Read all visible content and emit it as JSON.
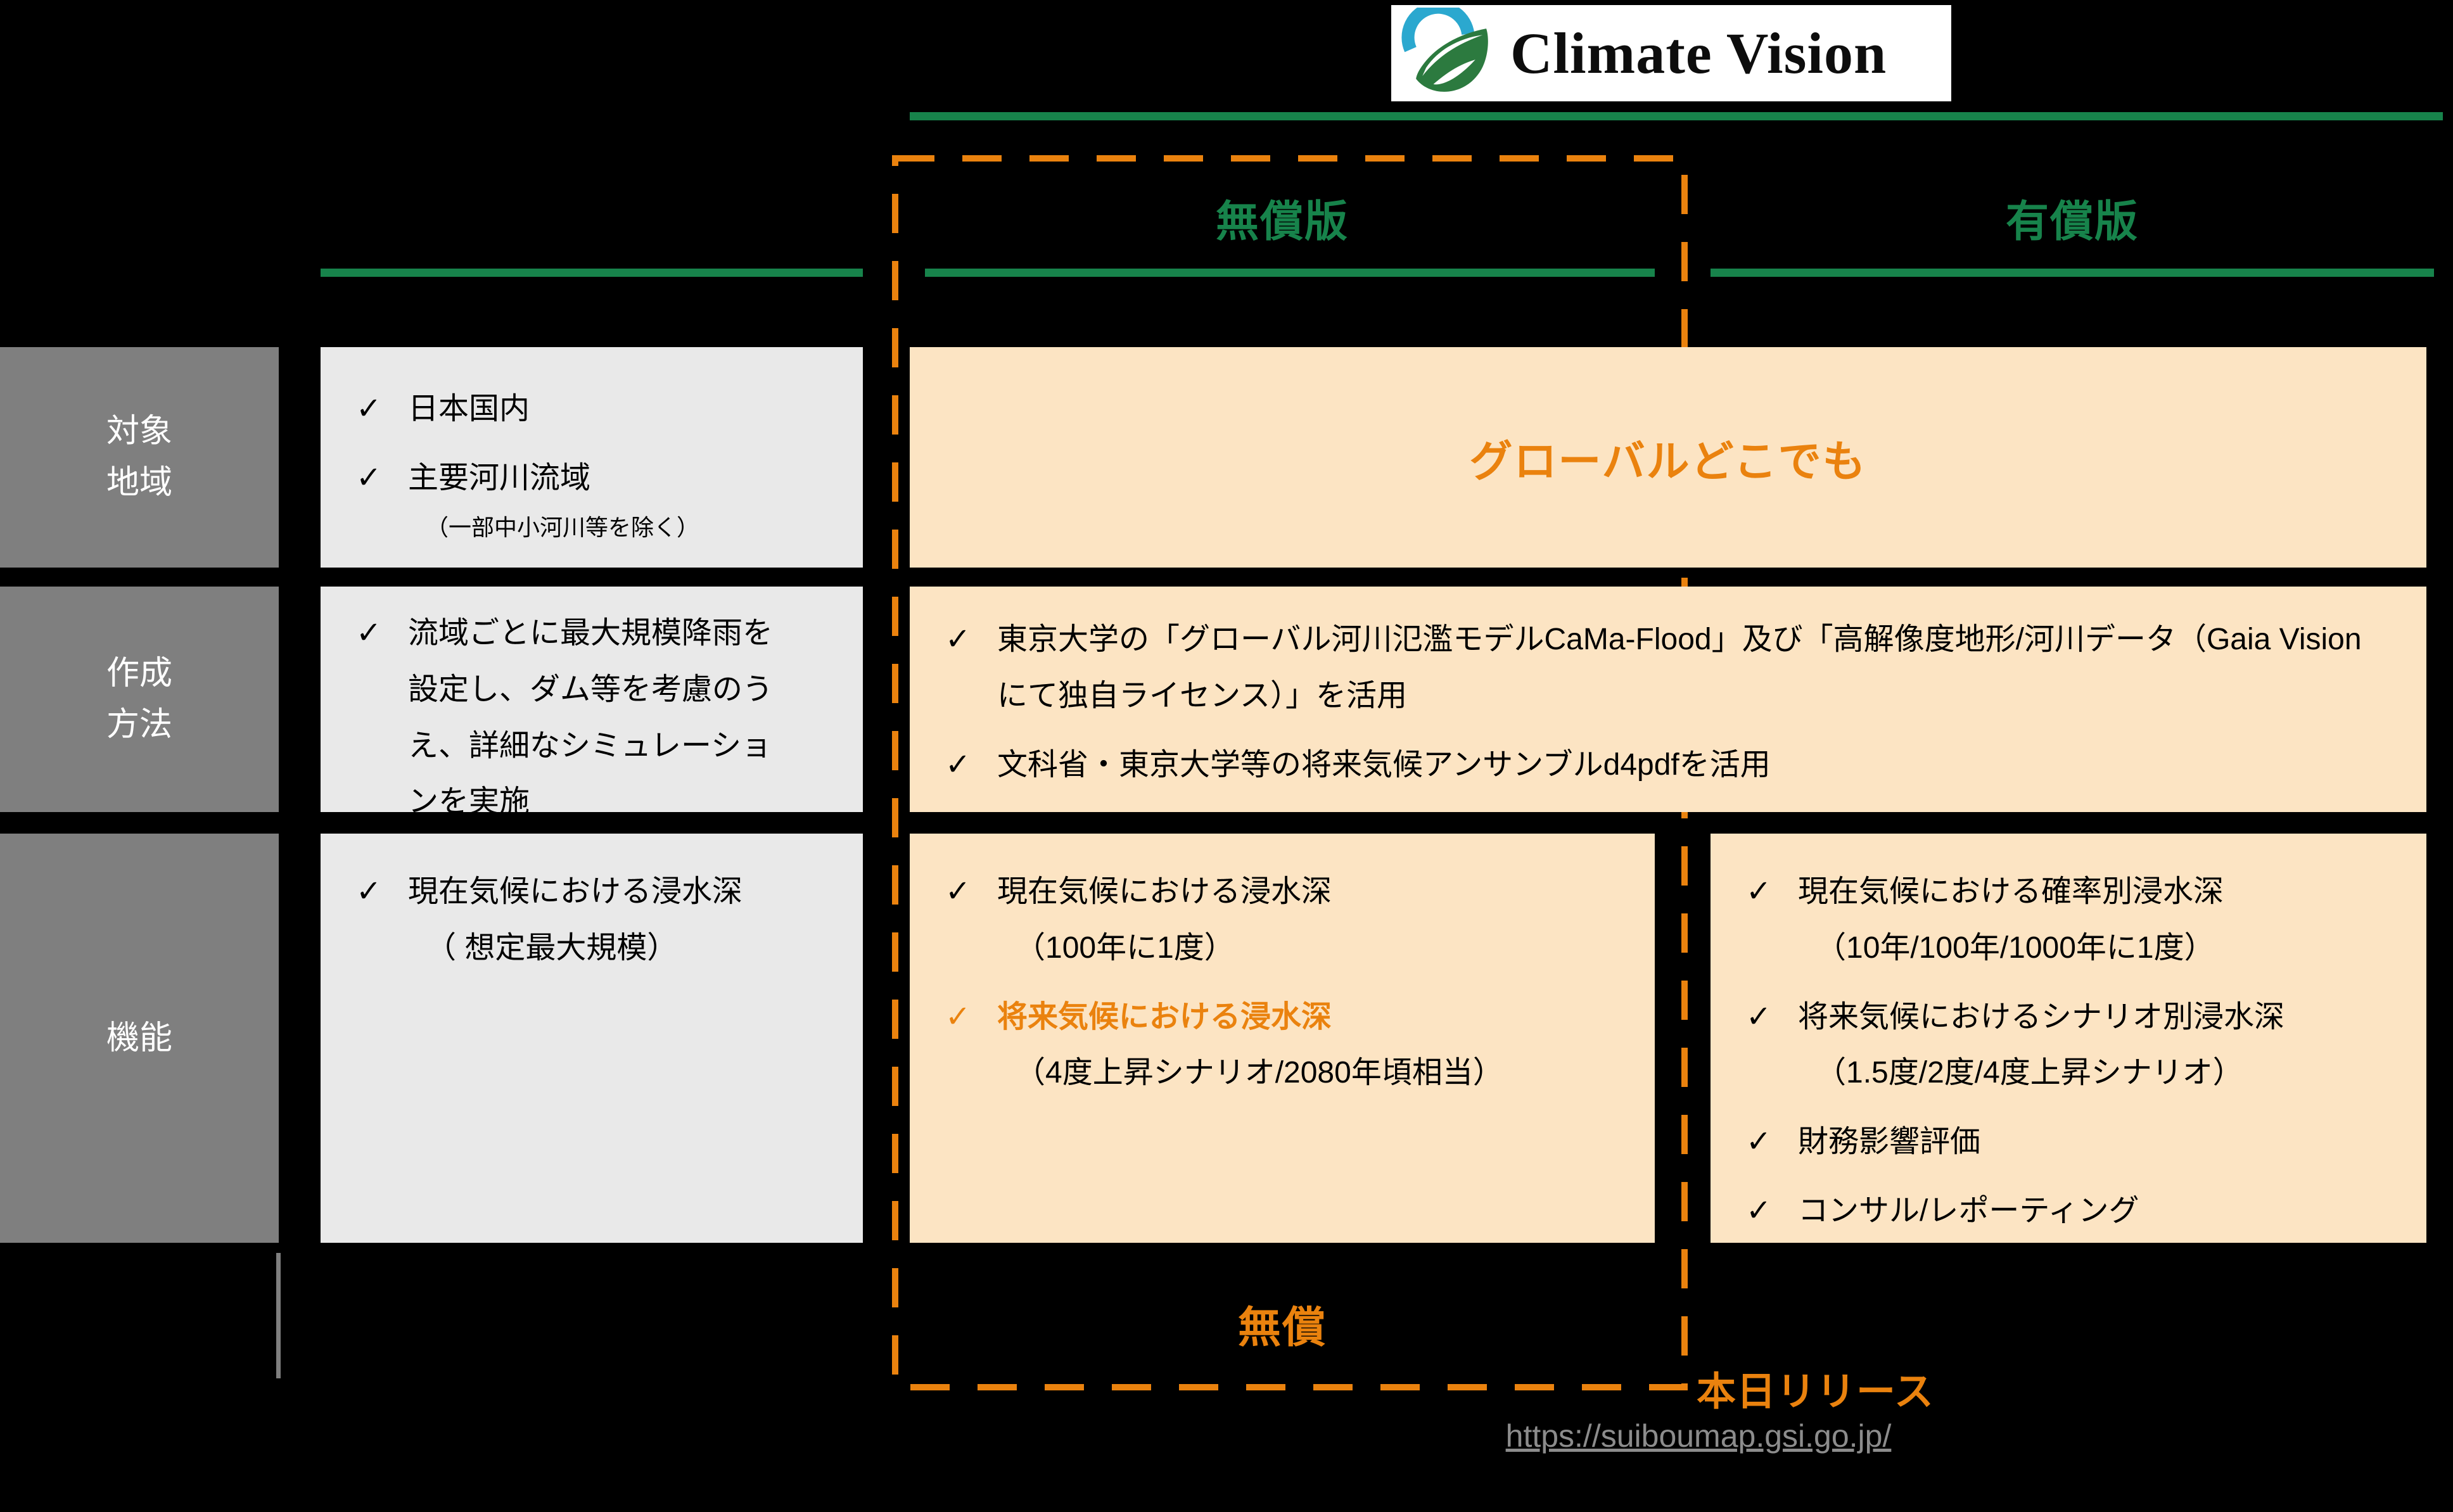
{
  "logo": {
    "name": "Climate Vision"
  },
  "check": "✓",
  "plan_headers": {
    "free": "無償版",
    "paid": "有償版"
  },
  "row_headers": {
    "region": "対象\n地域",
    "method": "作成\n方法",
    "features": "機能"
  },
  "cells": {
    "region_jp": {
      "items": [
        {
          "main": "日本国内"
        },
        {
          "main": "主要河川流域",
          "sub": "（一部中小河川等を除く）"
        }
      ]
    },
    "region_global": {
      "text": "グローバルどこでも"
    },
    "method_jp": {
      "items": [
        {
          "main": "流域ごとに最大規模降雨を設定し、ダム等を考慮のうえ、詳細なシミュレーションを実施"
        }
      ]
    },
    "method_global": {
      "items": [
        {
          "main": "東京大学の「グローバル河川氾濫モデルCaMa-Flood」及び「高解像度地形/河川データ（Gaia Visionにて独自ライセンス）」を活用"
        },
        {
          "main": "文科省・東京大学等の将来気候アンサンブルd4pdfを活用"
        }
      ]
    },
    "features_jp": {
      "items": [
        {
          "main": "現在気候における浸水深",
          "sub": "（ 想定最大規模）"
        }
      ]
    },
    "features_free": {
      "items": [
        {
          "main": "現在気候における浸水深",
          "sub": "（100年に1度）"
        },
        {
          "main": "将来気候における浸水深",
          "sub": "（4度上昇シナリオ/2080年頃相当）",
          "emphasis": true
        }
      ]
    },
    "features_paid": {
      "items": [
        {
          "main": "現在気候における確率別浸水深",
          "sub": "（10年/100年/1000年に1度）"
        },
        {
          "main": "将来気候におけるシナリオ別浸水深",
          "sub": "（1.5度/2度/4度上昇シナリオ）"
        },
        {
          "main": "財務影響評価"
        },
        {
          "main": "コンサル/レポーティング"
        }
      ]
    }
  },
  "footer": {
    "free_label": "無償",
    "release_label": "本日リリース",
    "url": "https://suiboumap.gsi.go.jp/"
  },
  "colors": {
    "background": "#000000",
    "accent_green": "#17834B",
    "accent_orange": "#EA820E",
    "peach_bg": "#FCE4C3",
    "header_gray": "#7F7F7F",
    "cell_gray": "#E9E9E9",
    "url_gray": "#8C8C8C",
    "logo_blue": "#2BA8CF",
    "logo_leaf_green": "#2C7A3F"
  }
}
